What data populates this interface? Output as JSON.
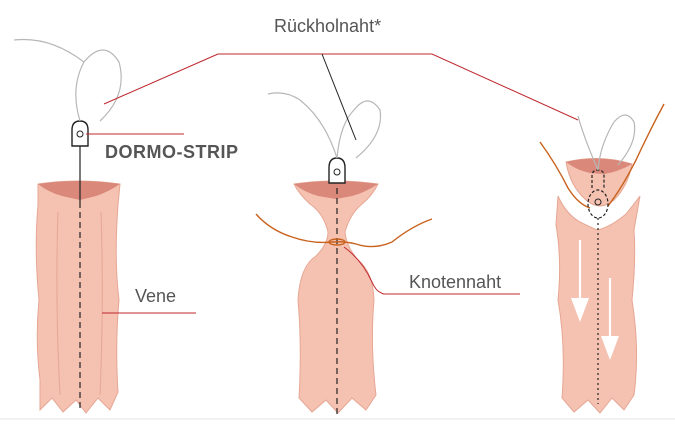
{
  "labels": {
    "retrieval_suture": "Rückholnaht*",
    "device": "DORMO-STRIP",
    "vein": "Vene",
    "knot_suture": "Knotennaht"
  },
  "colors": {
    "vein_fill": "#f5c1b1",
    "vein_inner": "#d9887a",
    "vein_stroke": "#e6a794",
    "leader_line": "#c0282e",
    "knot_suture": "#c8621d",
    "retrieval_thread": "#b7b7b7",
    "text": "#555555"
  }
}
